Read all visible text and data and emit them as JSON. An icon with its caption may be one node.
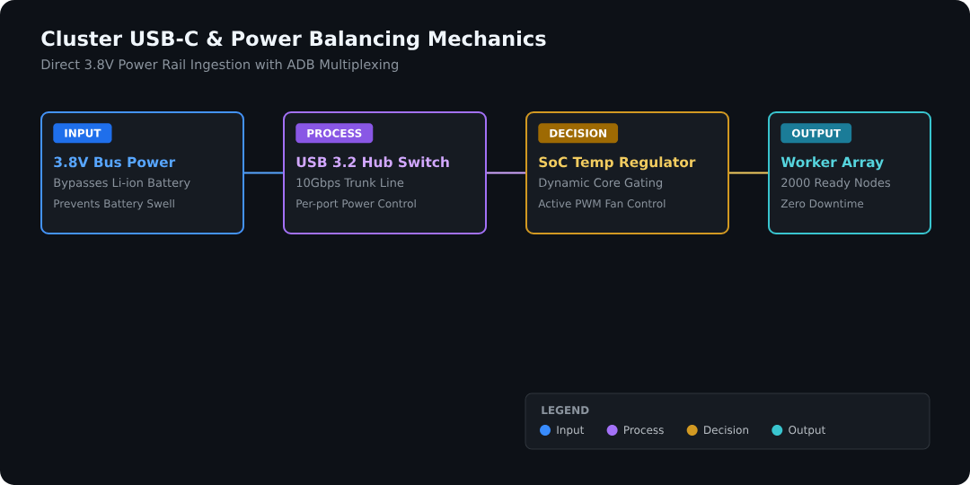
{
  "diagram": {
    "title": "Cluster USB-C & Power Balancing Mechanics",
    "caption": "Direct 3.8V Power Rail Ingestion with ADB Multiplexing",
    "nodes": [
      {
        "text": [
          "3.8V Bus Power",
          "Bypasses Li-ion Battery",
          "Prevents Battery Swell"
        ]
      },
      {
        "text": [
          "INPUT"
        ],
        "in": 0
      },
      {
        "text": [
          "USB 3.2 Hub Switch",
          "10Gbps Trunk Line",
          "Per-port Power Control"
        ]
      },
      {
        "text": [
          "PROCESS"
        ],
        "in": 2
      },
      {
        "text": [
          "SoC Temp Regulator",
          "Dynamic Core Gating",
          "Active PWM Fan Control"
        ]
      },
      {
        "text": [
          "DECISION"
        ],
        "in": 4
      },
      {
        "text": [
          "Worker Array",
          "2000 Ready Nodes",
          "Zero Downtime"
        ]
      },
      {
        "text": [
          "OUTPUT"
        ],
        "in": 6
      }
    ],
    "edges": [
      {
        "from": 0,
        "to": 2,
        "arrow": "none",
        "color": "#58a6ff"
      },
      {
        "from": 2,
        "to": 4,
        "arrow": "none",
        "color": "#d2a8ff"
      },
      {
        "from": 4,
        "to": 6,
        "arrow": "none",
        "color": "#f2cc60"
      }
    ],
    "labels": [
      "LEGEND"
    ],
    "legend": [
      {
        "text": "Input",
        "color": "#388bfd"
      },
      {
        "text": "Process",
        "color": "#a371f7"
      },
      {
        "text": "Decision",
        "color": "#d29922"
      },
      {
        "text": "Output",
        "color": "#39c5cf"
      }
    ]
  }
}
